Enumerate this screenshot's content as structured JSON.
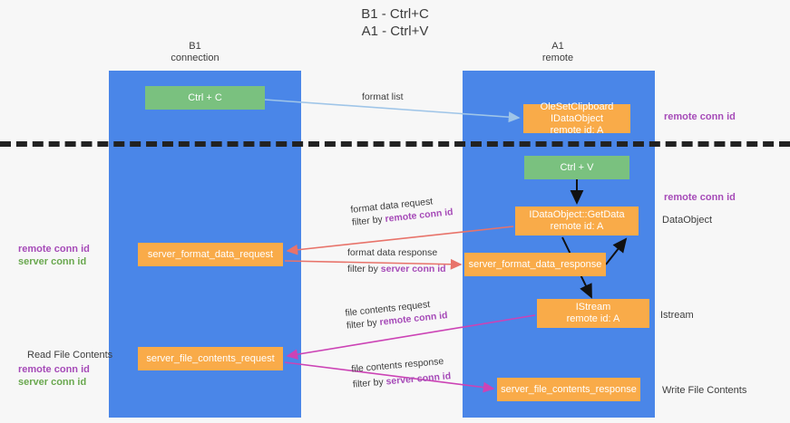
{
  "title": {
    "line1": "B1 - Ctrl+C",
    "line2": "A1 - Ctrl+V"
  },
  "columns": [
    {
      "name": "B1",
      "sub": "connection"
    },
    {
      "name": "A1",
      "sub": "remote"
    }
  ],
  "colors": {
    "lane": "#4a86e8",
    "green_node": "#7ac17f",
    "orange_node": "#f9ab49",
    "divider": "#222222",
    "remote_conn_id": "#a64bb8",
    "server_conn_id": "#6aa84f",
    "format_arrow": "#e8736a",
    "file_arrow": "#cc43b5",
    "clipboard_arrow": "#9fc5e8"
  },
  "nodes": {
    "ctrl_c": {
      "label": "Ctrl + C"
    },
    "idataobject": {
      "line1": "OleSetClipboard IDataObject",
      "line2": "remote id: A"
    },
    "ctrl_v": {
      "label": "Ctrl + V"
    },
    "getdata": {
      "line1": "IDataObject::GetData",
      "line2": "remote id: A"
    },
    "server_format_data_request": {
      "label": "server_format_data_request"
    },
    "server_format_data_response": {
      "label": "server_format_data_response"
    },
    "istream": {
      "line1": "IStream",
      "line2": "remote id: A"
    },
    "server_file_contents_request": {
      "label": "server_file_contents_request"
    },
    "server_file_contents_response": {
      "label": "server_file_contents_response"
    }
  },
  "edges": {
    "format_list": {
      "label": "format list"
    },
    "format_data_request": {
      "line1": "format data request",
      "filter_prefix": "filter by ",
      "filter_id": "remote conn id"
    },
    "format_data_response": {
      "line1": "format data response",
      "filter_prefix": "filter by ",
      "filter_id": "server conn id"
    },
    "file_contents_request": {
      "line1": "file contents request",
      "filter_prefix": "filter by ",
      "filter_id": "remote conn id"
    },
    "file_contents_response": {
      "line1": "file contents response",
      "filter_prefix": "filter by ",
      "filter_id": "server conn id"
    }
  },
  "annotations": {
    "remote_conn_id_top": "remote conn id",
    "remote_conn_id_mid": "remote conn id",
    "dataobject": "DataObject",
    "istream": "Istream",
    "write_file_contents": "Write File Contents",
    "read_file_contents": "Read File Contents",
    "left_remote_conn_id_1": "remote conn id",
    "left_server_conn_id_1": "server conn id",
    "left_remote_conn_id_2": "remote conn id",
    "left_server_conn_id_2": "server conn id"
  }
}
